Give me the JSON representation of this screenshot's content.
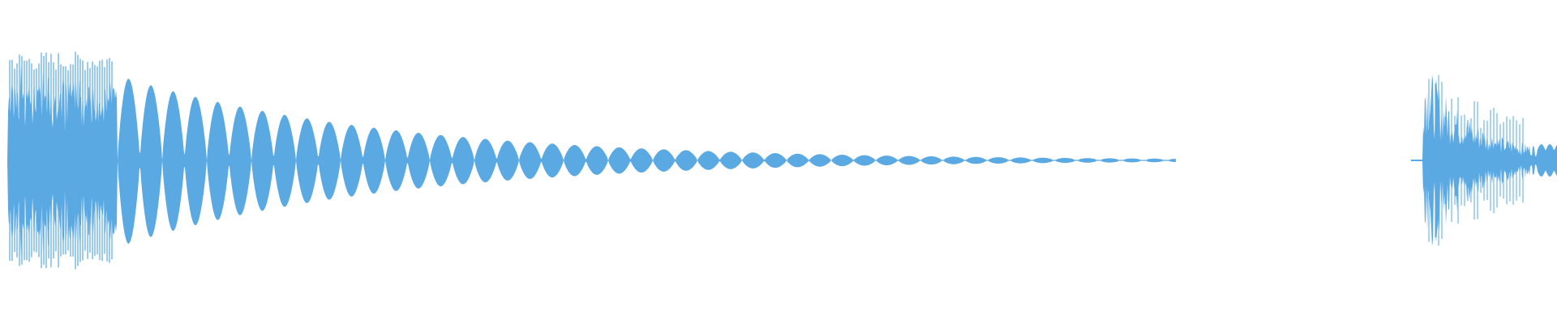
{
  "waveform": {
    "color": "#5aa9e2",
    "segments": [
      {
        "name": "waveform-segment-main",
        "type": "decaying-beat"
      },
      {
        "name": "waveform-segment-tail",
        "type": "noise-burst"
      }
    ]
  }
}
